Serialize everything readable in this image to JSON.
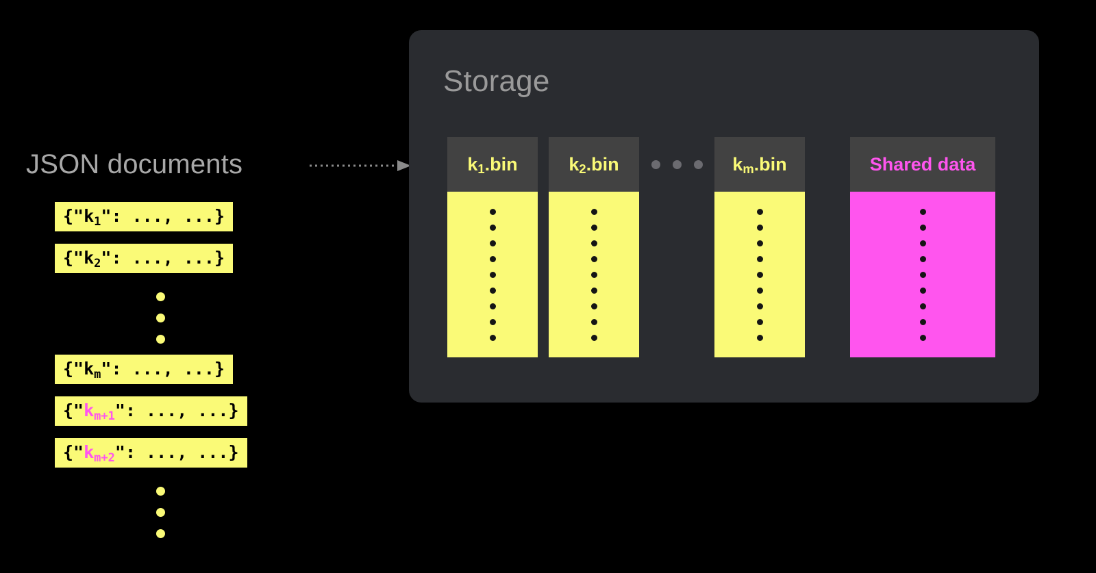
{
  "page": {
    "background": "#000000"
  },
  "left": {
    "title": "JSON documents",
    "title_color": "#a8a8a8",
    "documents": [
      {
        "prefix": "{\"",
        "key_base": "k",
        "key_sub": "1",
        "suffix": "\": ...,  ...}",
        "key_color": "black"
      },
      {
        "prefix": "{\"",
        "key_base": "k",
        "key_sub": "2",
        "suffix": "\": ...,  ...}",
        "key_color": "black"
      },
      {
        "prefix": "{\"",
        "key_base": "k",
        "key_sub": "m",
        "suffix": "\": ...,  ...}",
        "key_color": "black"
      },
      {
        "prefix": "{\"",
        "key_base": "k",
        "key_sub": "m+1",
        "suffix": "\": ...,  ...}",
        "key_color": "magenta"
      },
      {
        "prefix": "{\"",
        "key_base": "k",
        "key_sub": "m+2",
        "suffix": "\": ...,  ...}",
        "key_color": "magenta"
      }
    ],
    "doc_fill": "#fafa77",
    "doc_text": "#000000",
    "shared_key_color": "#ff55ee"
  },
  "connector": {
    "style": "dotted-arrow",
    "color": "#8a8a8a"
  },
  "storage": {
    "title": "Storage",
    "title_color": "#9a9a9a",
    "panel_color": "#2a2c30",
    "header_color": "#424242",
    "columns": [
      {
        "label_base": "k",
        "label_sub": "1",
        "label_ext": ".bin",
        "kind": "bin",
        "fill": "#fafa77",
        "dots": 9
      },
      {
        "label_base": "k",
        "label_sub": "2",
        "label_ext": ".bin",
        "kind": "bin",
        "fill": "#fafa77",
        "dots": 9
      },
      {
        "label_base": "k",
        "label_sub": "m",
        "label_ext": ".bin",
        "kind": "bin",
        "fill": "#fafa77",
        "dots": 9
      },
      {
        "label_base": "",
        "label_sub": "",
        "label_ext": "Shared data",
        "kind": "shared",
        "fill": "#ff55ee",
        "dots": 9
      }
    ],
    "ellipsis_dots": 3,
    "ellipsis_color": "#6b6b70"
  }
}
